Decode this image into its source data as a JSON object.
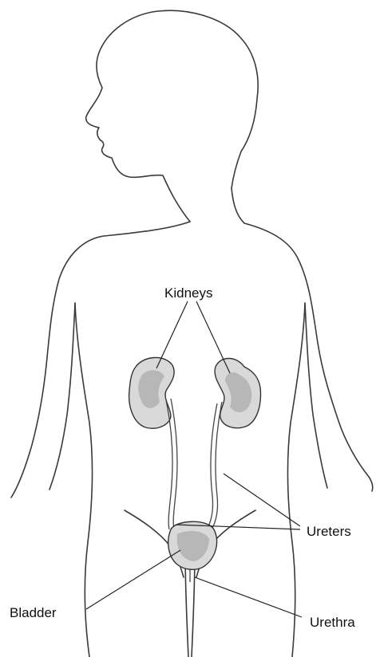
{
  "labels": {
    "kidneys": "Kidneys",
    "ureters": "Ureters",
    "bladder": "Bladder",
    "urethra": "Urethra"
  },
  "colors": {
    "background": "#ffffff",
    "line": "#3a3a3a",
    "organ_fill": "#d9d9d9",
    "organ_shade": "#9a9a9a",
    "text": "#111111"
  }
}
